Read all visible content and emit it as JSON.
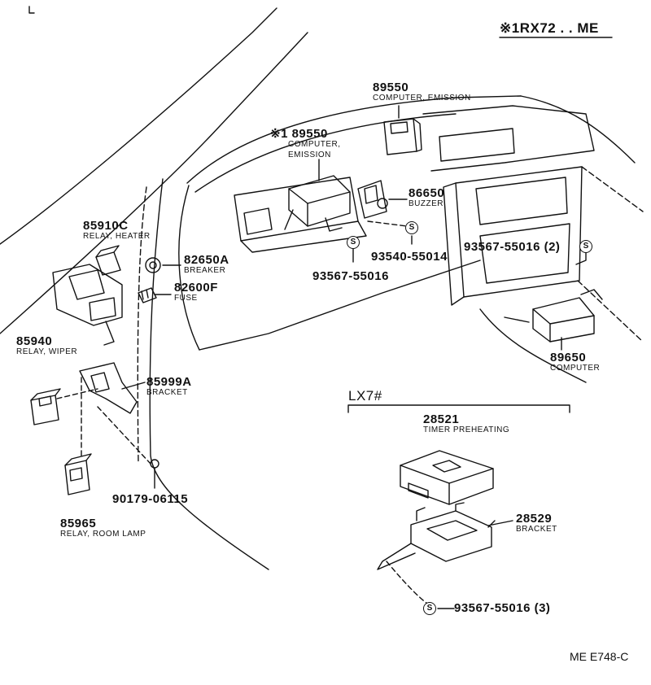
{
  "header": {
    "variant_code": "※1RX72 . . ME"
  },
  "parts": [
    {
      "id": "p89550a",
      "part_no": "89550",
      "name": "COMPUTER, EMISSION"
    },
    {
      "id": "p89550b",
      "part_no": "※1 89550",
      "name_line1": "COMPUTER,",
      "name_line2": "EMISSION"
    },
    {
      "id": "p86650",
      "part_no": "86650",
      "name": "BUZZER"
    },
    {
      "id": "p85910c",
      "part_no": "85910C",
      "name": "RELAY, HEATER"
    },
    {
      "id": "p82650a",
      "part_no": "82650A",
      "name": "BREAKER"
    },
    {
      "id": "p82600f",
      "part_no": "82600F",
      "name": "FUSE"
    },
    {
      "id": "p85940",
      "part_no": "85940",
      "name": "RELAY, WIPER"
    },
    {
      "id": "p85999a",
      "part_no": "85999A",
      "name": "BRACKET"
    },
    {
      "id": "p85965",
      "part_no": "85965",
      "name": "RELAY, ROOM LAMP"
    },
    {
      "id": "p89650",
      "part_no": "89650",
      "name": "COMPUTER"
    },
    {
      "id": "p28521",
      "part_no": "28521",
      "name": "TIMER PREHEATING"
    },
    {
      "id": "p28529",
      "part_no": "28529",
      "name": "BRACKET"
    }
  ],
  "fasteners": {
    "f93540": "93540-55014",
    "f93567a": "93567-55016",
    "f93567b": "93567-55016 (2)",
    "f90179": "90179-06115",
    "f93567c": "93567-55016 (3)"
  },
  "symbols": {
    "s_mark": "S"
  },
  "sections": {
    "lx7": "LX7#"
  },
  "footer": {
    "figure_code": "ME E748-C"
  }
}
